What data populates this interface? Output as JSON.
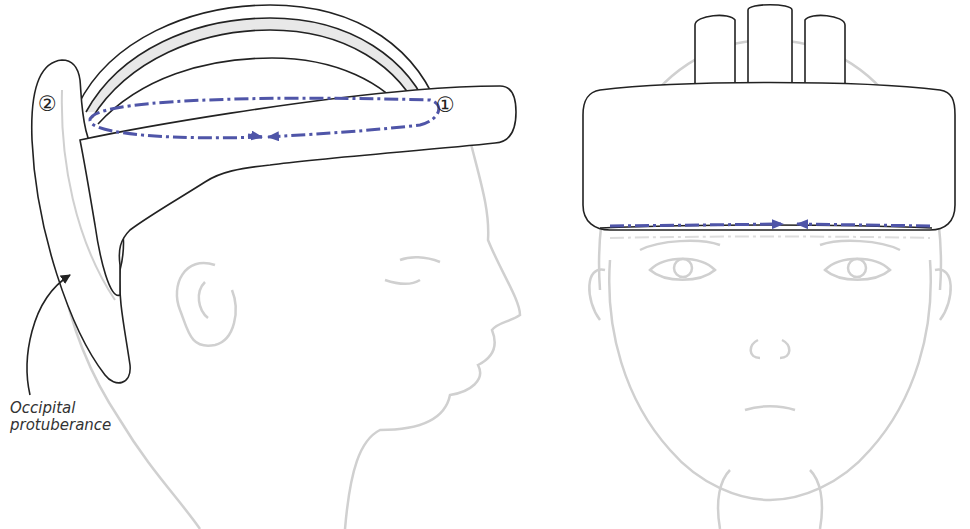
{
  "diagram": {
    "labels": [
      "①",
      "②",
      "Occipital protuberance"
    ]
  }
}
